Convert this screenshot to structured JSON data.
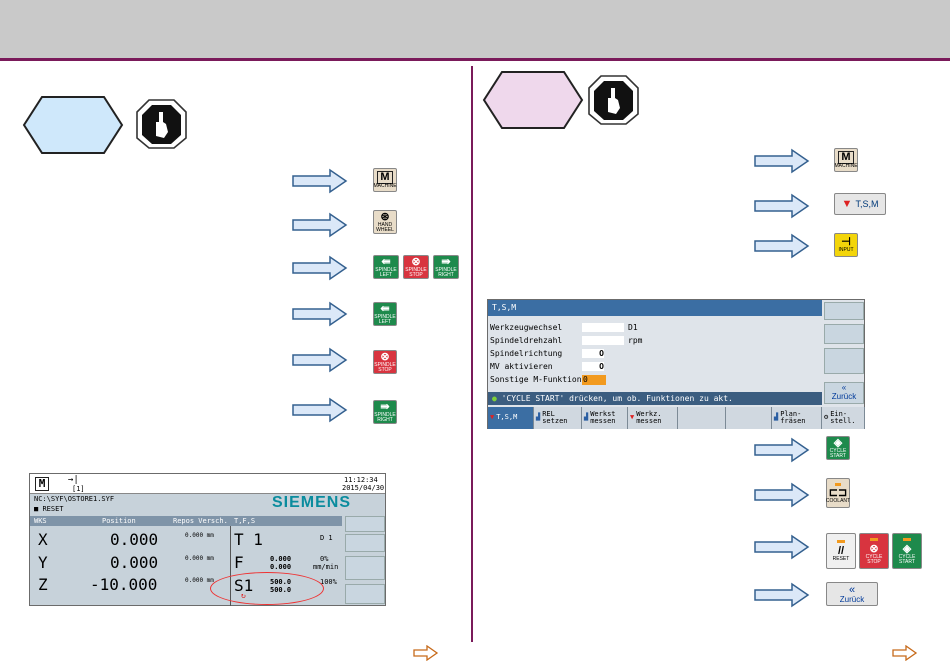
{
  "hmi_left": {
    "time": "11:12:34",
    "date": "2015/04/30",
    "channel_tag": "[1]",
    "path": "NC:\\SYF\\OSTORE1.SYF",
    "brand": "SIEMENS",
    "state": "RESET",
    "headers": {
      "coord": "WKS",
      "position": "Position",
      "repos": "Repos Versch.",
      "tfs": "T,F,S"
    },
    "axes": [
      {
        "name": "X",
        "value": "0.000",
        "offset": "0.000 mm"
      },
      {
        "name": "Y",
        "value": "0.000",
        "offset": "0.000 mm"
      },
      {
        "name": "Z",
        "value": "-10.000",
        "offset": "0.000 mm"
      }
    ],
    "tool": "T 1",
    "tool_d": "D 1",
    "feed_label": "F",
    "feed_values": "0.000\n0.000",
    "feed_pct": "0%",
    "feed_unit": "mm/min",
    "spindle_label": "S1",
    "spindle_values": "500.0\n500.0",
    "spindle_pct": "100%"
  },
  "hmi_right": {
    "title": "T,S,M",
    "rows": [
      {
        "label": "Werkzeugwechsel",
        "value": "D1"
      },
      {
        "label": "Spindeldrehzahl",
        "value": "rpm"
      },
      {
        "label": "Spindelrichtung",
        "value": ""
      },
      {
        "label": "MV aktivieren",
        "value": ""
      },
      {
        "label": "Sonstige M-Funktion",
        "value": "0"
      }
    ],
    "status_msg": "'CYCLE START' drücken, um ob. Funktionen zu akt.",
    "softkeys": [
      {
        "label": "T,S,M"
      },
      {
        "label": "REL\nsetzen"
      },
      {
        "label": "Werkst\nmessen"
      },
      {
        "label": "Werkz.\nmessen"
      },
      {
        "label": ""
      },
      {
        "label": ""
      },
      {
        "label": "Plan-\nfräsen"
      },
      {
        "label": "Ein-\nstell."
      }
    ],
    "back_label": "Zurück"
  },
  "keys": {
    "machine": "MACHINE",
    "handwheel": "HAND WHEEL",
    "spindle_left": "SPINDLE LEFT",
    "spindle_stop": "SPINDLE STOP",
    "spindle_right": "SPINDLE RIGHT",
    "tsm_label": "T,S,M",
    "input": "INPUT",
    "cycle_start": "CYCLE START",
    "coolant": "COOLANT",
    "reset": "RESET",
    "cycle_stop": "CYCLE STOP",
    "back": "Zurück"
  }
}
